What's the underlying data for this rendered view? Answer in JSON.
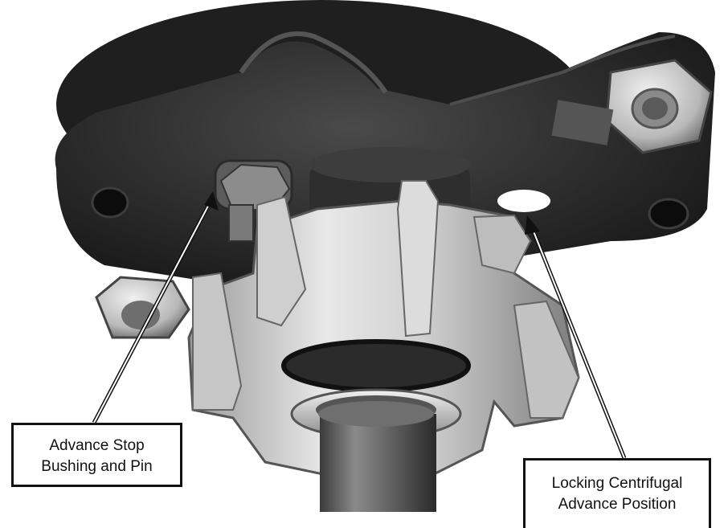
{
  "callouts": {
    "advance_stop": {
      "line1": "Advance Stop",
      "line2": "Bushing and Pin"
    },
    "locking_position": {
      "line1": "Locking Centrifugal",
      "line2": "Advance Position"
    }
  }
}
